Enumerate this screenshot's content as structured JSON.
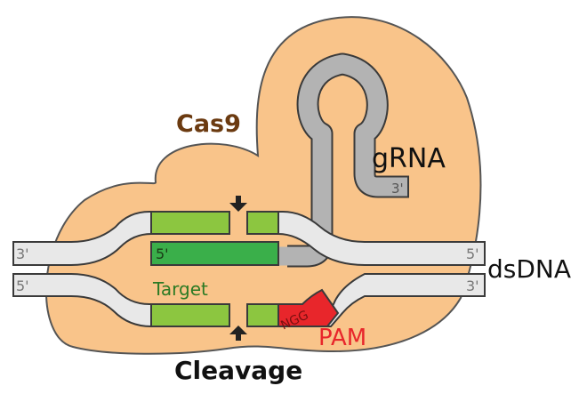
{
  "labels": {
    "protein": "Cas9",
    "grna": "gRNA",
    "grna_end": "3'",
    "dsdna": "dsDNA",
    "top_left_end": "3'",
    "top_right_end": "5'",
    "bottom_left_end": "5'",
    "bottom_right_end": "3'",
    "guide_start": "5'",
    "target": "Target",
    "pam_seq": "NGG",
    "pam": "PAM",
    "cleavage": "Cleavage"
  },
  "colors": {
    "protein_fill": "#f9c48a",
    "protein_text": "#6b3a10",
    "strand_fill": "#e8e8e8",
    "grna_fill": "#b3b3b3",
    "target_fill": "#8cc640",
    "guide_fill": "#3aaf4a",
    "pam_fill": "#e8262b",
    "target_text": "#2b7a24",
    "outline": "#3a3a3a"
  }
}
